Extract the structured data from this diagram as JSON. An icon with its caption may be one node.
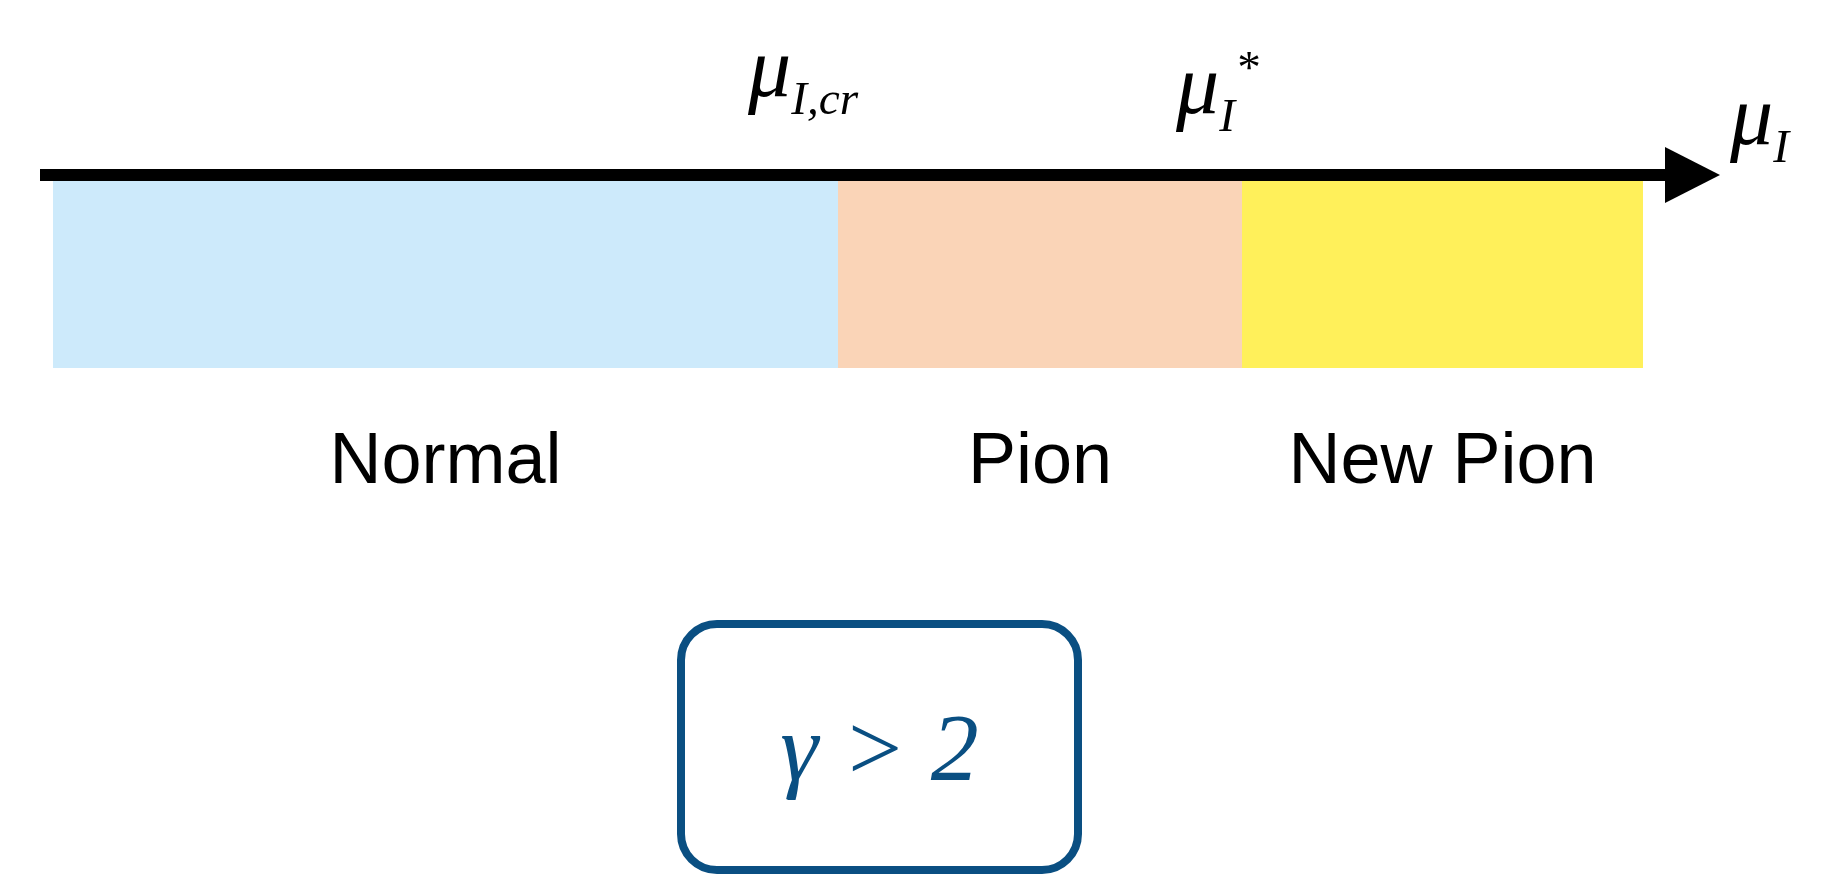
{
  "diagram": {
    "nodes": [
      {
        "text": [
          "Normal"
        ]
      },
      {
        "text": [
          "Pion"
        ]
      },
      {
        "text": [
          "New Pion"
        ]
      },
      {
        "text": [
          "γ > 2"
        ]
      }
    ],
    "edges": [],
    "labels": [
      "μ$_{I,cr}$",
      "μ$_{I}$$^{*}$",
      "μ$_{I}$"
    ]
  }
}
